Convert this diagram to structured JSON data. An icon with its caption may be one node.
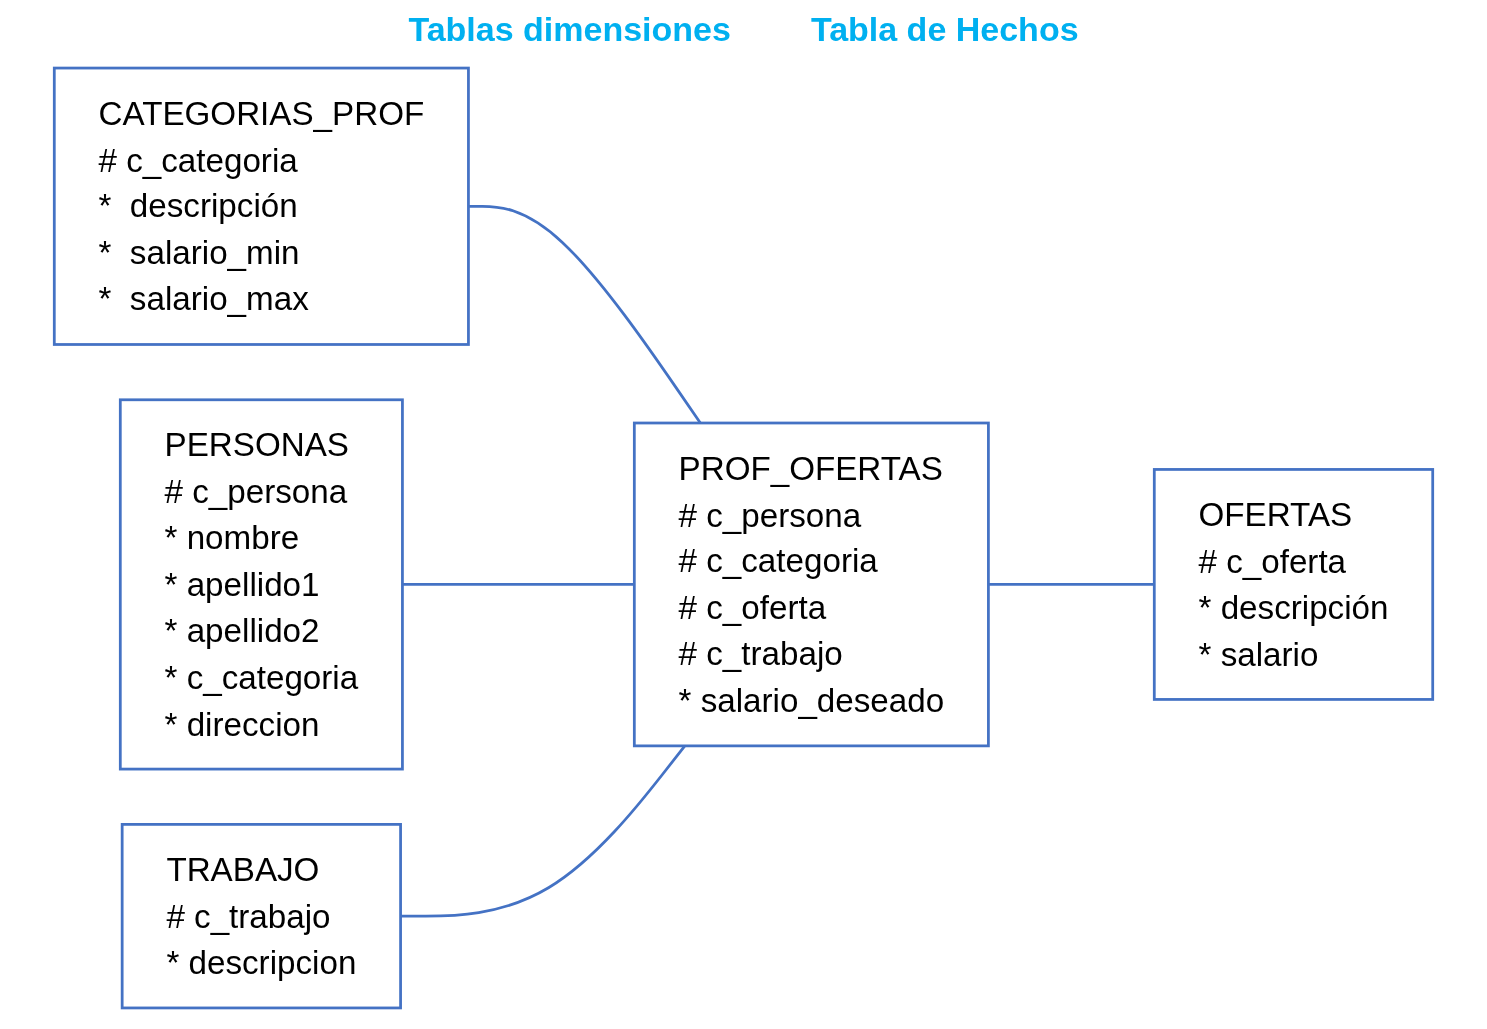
{
  "diagram": {
    "nodes": [
      {
        "text": [
          "CATEGORIAS_PROF",
          "# c_categoria",
          "*  descripción",
          "*  salario_min",
          "*  salario_max"
        ]
      },
      {
        "text": [
          "PERSONAS",
          "# c_persona",
          "*  nombre",
          "*  apellido1",
          "*  apellido2",
          "*  c_categoria",
          "*  direccion"
        ]
      },
      {
        "text": [
          "PROF_OFERTAS",
          "# c_persona",
          "# c_categoria",
          "# c_oferta",
          "# c_trabajo",
          "*  salario_deseado"
        ]
      },
      {
        "text": [
          "TRABAJO",
          "# c_trabajo",
          "* descripcion"
        ]
      },
      {
        "text": [
          "OFERTAS",
          "# c_oferta",
          "*  descripción",
          "*  salario"
        ]
      }
    ],
    "edges": [
      {
        "from": 0,
        "to": 2,
        "arrow": "none"
      },
      {
        "from": 1,
        "to": 2,
        "arrow": "none"
      },
      {
        "from": 3,
        "to": 2,
        "arrow": "none"
      },
      {
        "from": 2,
        "to": 4,
        "arrow": "none"
      }
    ],
    "labels": [
      "Tablas dimensiones",
      "Tabla de Hechos"
    ]
  }
}
